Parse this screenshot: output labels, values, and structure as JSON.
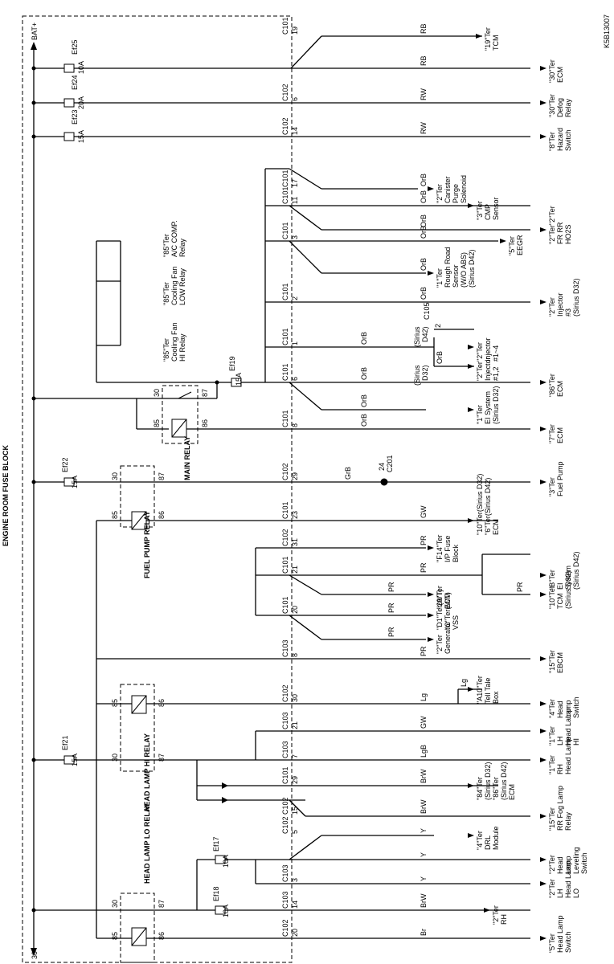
{
  "title": "ENGINE ROOM FUSE BLOCK",
  "code": "K5B13007",
  "supply": {
    "top": "BAT+",
    "bottom": "30"
  },
  "fuses": [
    {
      "name": "Ef25",
      "rating": "10A"
    },
    {
      "name": "Ef24",
      "rating": "20A"
    },
    {
      "name": "Ef23",
      "rating": "15A"
    },
    {
      "name": "Ef19",
      "rating": "15A"
    },
    {
      "name": "Ef22",
      "rating": "15A"
    },
    {
      "name": "Ef21",
      "rating": "15A"
    },
    {
      "name": "Ef17",
      "rating": "10A"
    },
    {
      "name": "Ef18",
      "rating": "10A"
    }
  ],
  "relays": [
    {
      "name": "MAIN RELAY",
      "pins": [
        "30",
        "87",
        "85",
        "86"
      ]
    },
    {
      "name": "FUEL PUMP RELAY",
      "pins": [
        "30",
        "87",
        "85",
        "86"
      ]
    },
    {
      "name": "HEAD LAMP HI RELAY",
      "pins": [
        "30",
        "87",
        "85",
        "86"
      ]
    },
    {
      "name": "HEAD LAMP LO RELAY",
      "pins": [
        "30",
        "87",
        "85",
        "86"
      ]
    }
  ],
  "relay_coil_destinations": [
    {
      "lines": [
        "\"85\"Ter",
        "Cooling Fan",
        "HI Relay"
      ]
    },
    {
      "lines": [
        "\"85\"Ter",
        "Cooling Fan",
        "LOW Relay"
      ]
    },
    {
      "lines": [
        "\"85\"Ter",
        "A/C COMP.",
        "Relay"
      ]
    }
  ],
  "circuits": [
    {
      "connector": "C101",
      "pin": "19",
      "color": "RB",
      "dest": [
        "\"19\"Ter",
        "TCM"
      ]
    },
    {
      "connector": "",
      "pin": "",
      "color": "RB",
      "dest": [
        "\"30\"Ter",
        "ECM"
      ]
    },
    {
      "connector": "C102",
      "pin": "6",
      "color": "RW",
      "dest": [
        "\"30\"Ter",
        "Defog",
        "Relay"
      ]
    },
    {
      "connector": "C102",
      "pin": "14",
      "color": "RW",
      "dest": [
        "\"8\"Ter",
        "Hazard",
        "Switch"
      ]
    },
    {
      "connector": "C101",
      "pin": "17",
      "color": "OrB",
      "dest": [
        "\"2\"Ter",
        "Canister",
        "Purge",
        "Solenoid"
      ]
    },
    {
      "connector": "C101",
      "pin": "11",
      "color": "OrB",
      "dest": [
        "\"3\"Ter",
        "CMP",
        "Sensor"
      ]
    },
    {
      "connector": "",
      "pin": "",
      "color": "OrB",
      "dest": [
        "\"2\"Ter\"2\"Ter",
        "FR    RR",
        "HO2S"
      ]
    },
    {
      "connector": "C101",
      "pin": "3",
      "color": "OrB",
      "dest": [
        "\"5\"Ter",
        "EEGR"
      ]
    },
    {
      "connector": "",
      "pin": "",
      "color": "OrB",
      "dest": [
        "\"1\"Ter",
        "Rough Road",
        "Sensor",
        "(W/O ABS)",
        "(Sirius D42)"
      ]
    },
    {
      "connector": "C101",
      "pin": "2",
      "color": "OrB",
      "dest": [
        "\"2\"Ter",
        "Injector",
        "#3",
        "(Sirius D32)"
      ]
    },
    {
      "connector": "C101",
      "pin": "1",
      "color": "OrB",
      "dest": [
        "\"2\"Ter",
        "Injector",
        "#1~4"
      ]
    },
    {
      "connector": "",
      "pin": "",
      "color": "OrB",
      "dest": [
        "\"2\"Ter",
        "Injector",
        "#1,2"
      ]
    },
    {
      "connector": "C101",
      "pin": "6",
      "color": "OrB",
      "dest": [
        "\"86\"Ter",
        "ECM"
      ]
    },
    {
      "connector": "",
      "pin": "",
      "color": "OrB",
      "dest": [
        "\"1\"Ter",
        "EI System",
        "(Sirius D32)"
      ]
    },
    {
      "connector": "C101",
      "pin": "8",
      "color": "OrB",
      "dest": [
        "\"7\"Ter",
        "ECM"
      ]
    },
    {
      "connector": "C102",
      "pin": "29",
      "color": "GrB",
      "dest": [
        "\"3\"Ter",
        "Fuel Pump"
      ]
    },
    {
      "connector": "C101",
      "pin": "23",
      "color": "GW",
      "dest": [
        "\"10\"Ter(Sirius D32)",
        "\"6\"Ter(Sirius D42)",
        "ECM"
      ]
    },
    {
      "connector": "C102",
      "pin": "31",
      "color": "PR",
      "dest": [
        "\"F14\"Ter",
        "I/P Fuse",
        "Block"
      ]
    },
    {
      "connector": "C101",
      "pin": "21",
      "color": "PR",
      "dest": [
        "\"B\"Ter",
        "EI",
        "System",
        "(Sirius D42)"
      ]
    },
    {
      "connector": "",
      "pin": "",
      "color": "PR",
      "dest": [
        "\"29\"Ter",
        "ECM"
      ]
    },
    {
      "connector": "",
      "pin": "",
      "color": "PR",
      "dest": [
        "\"10\"Ter",
        "TCM",
        "(Sirius D32)"
      ]
    },
    {
      "connector": "C101",
      "pin": "20",
      "color": "PR",
      "dest": [
        "\"D1\"Ter(A/T)",
        "\"C\"Ter(M/T)",
        "VSS"
      ]
    },
    {
      "connector": "",
      "pin": "",
      "color": "PR",
      "dest": [
        "\"2\"Ter",
        "Generator"
      ]
    },
    {
      "connector": "C103",
      "pin": "8",
      "color": "PR",
      "dest": [
        "\"15\"Ter",
        "EBCM"
      ]
    },
    {
      "connector": "",
      "pin": "",
      "color": "Lg",
      "dest": [
        "\"A10\"Ter",
        "Tell Tale",
        "Box"
      ]
    },
    {
      "connector": "C102",
      "pin": "30",
      "color": "Lg",
      "dest": [
        "\"4\"Ter",
        "Head",
        "Lamp",
        "Switch"
      ]
    },
    {
      "connector": "C103",
      "pin": "21",
      "color": "GW",
      "dest": [
        "\"1\"Ter",
        "LH",
        "Head Lamp",
        "HI"
      ]
    },
    {
      "connector": "C103",
      "pin": "7",
      "color": "LgB",
      "dest": [
        "\"1\"Ter",
        "RH",
        "Head Lamp"
      ]
    },
    {
      "connector": "C101",
      "pin": "29",
      "color": "BrW",
      "dest": [
        "\"84\"Ter",
        "(Sirius D32)",
        "\"86\"Ter",
        "(Sirius D42)",
        "ECM"
      ]
    },
    {
      "connector": "C102",
      "pin": "15",
      "color": "BrW",
      "dest": [
        "\"15\"Ter",
        "RR Fog Lamp",
        "Relay"
      ]
    },
    {
      "connector": "C102",
      "pin": "5",
      "color": "Y",
      "dest": [
        "\"4\"Ter",
        "DRL",
        "Module"
      ]
    },
    {
      "connector": "",
      "pin": "",
      "color": "Y",
      "dest": [
        "\"2\"Ter",
        "Head",
        "Lamp",
        "Leveling",
        "Switch"
      ]
    },
    {
      "connector": "C103",
      "pin": "3",
      "color": "Y",
      "dest": [
        "\"2\"Ter",
        "LH",
        "Head Lamp",
        "LO"
      ]
    },
    {
      "connector": "C103",
      "pin": "14",
      "color": "BrW",
      "dest": [
        "\"2\"Ter",
        "RH"
      ]
    },
    {
      "connector": "C102",
      "pin": "20",
      "color": "Br",
      "dest": [
        "\"5\"Ter",
        "Head Lamp",
        "Switch"
      ]
    }
  ],
  "splice": [
    {
      "name": "C105",
      "pin": "2",
      "color": "OrB",
      "labels": [
        "(Sirius",
        "D42)",
        "(Sirius",
        "D32)"
      ]
    },
    {
      "name": "C201",
      "pin": "24"
    }
  ]
}
